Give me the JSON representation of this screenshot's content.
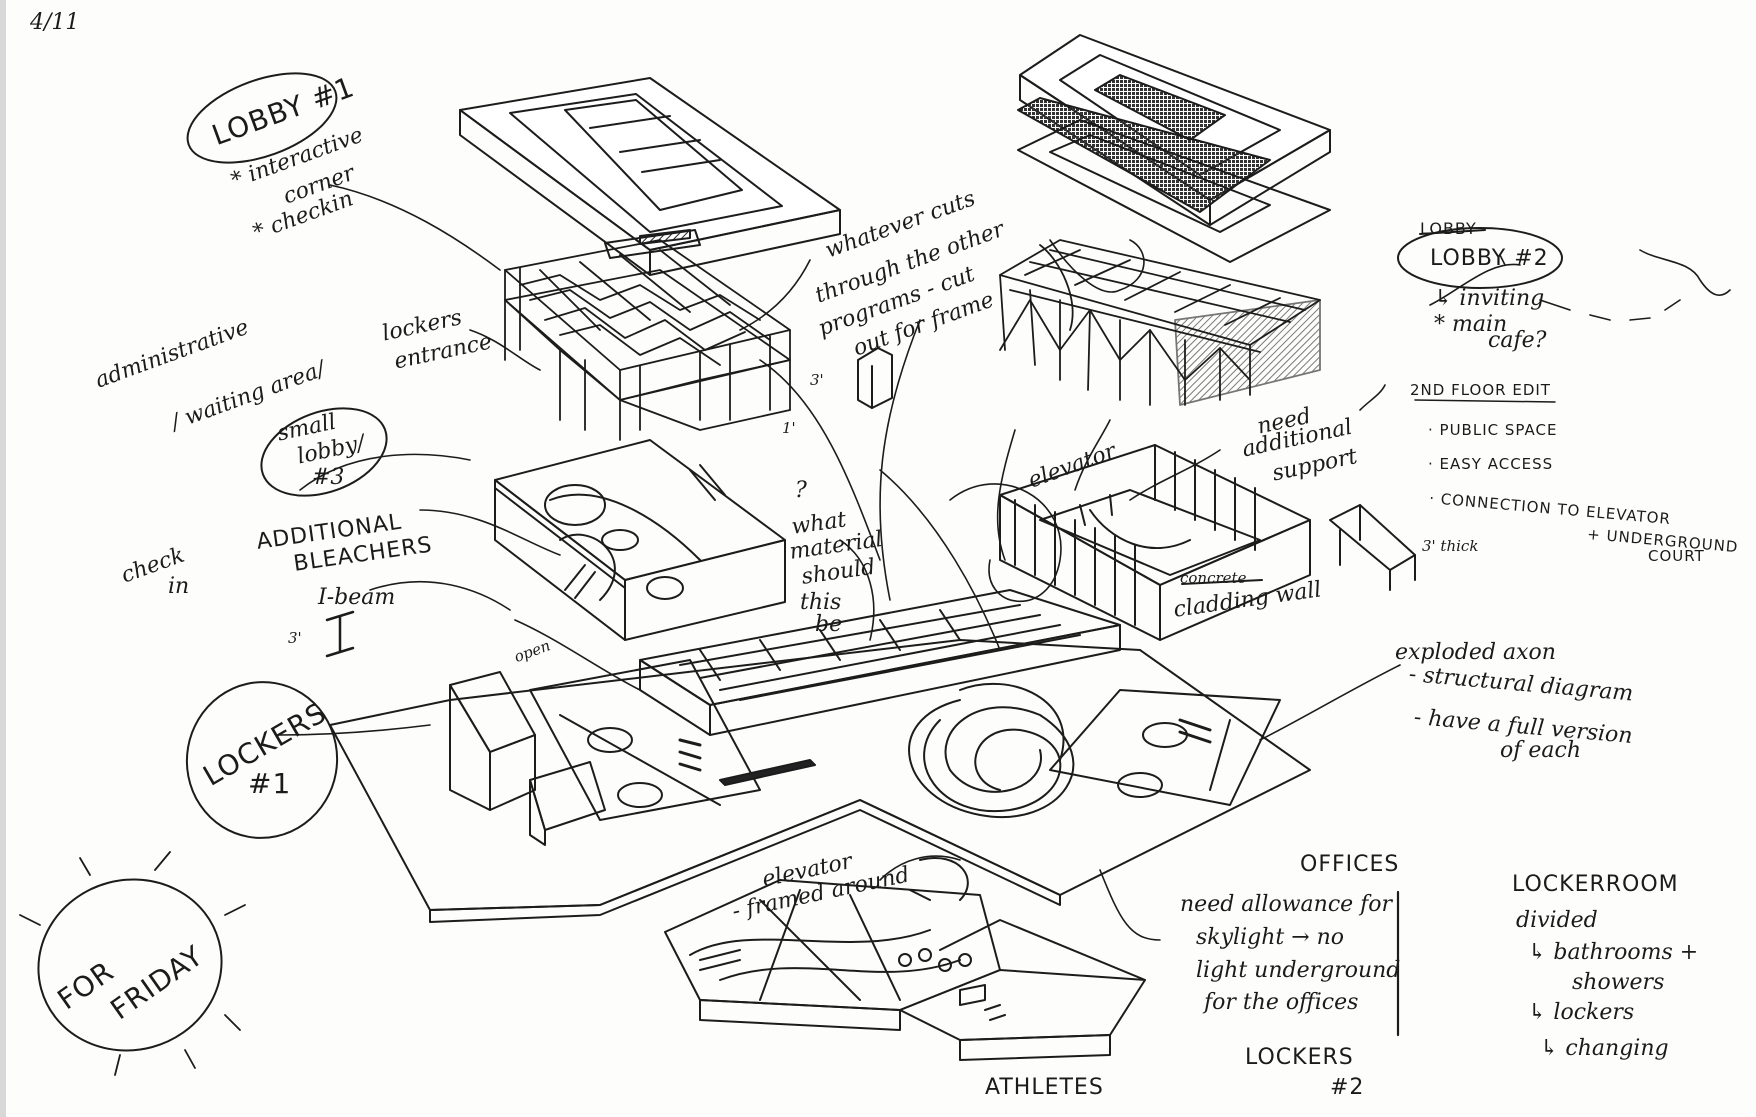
{
  "sheet": {
    "date": "4/11",
    "lobby1": {
      "title": "LOBBY #1",
      "item1": "* interactive",
      "item2": "corner",
      "item3": "* checkin"
    },
    "administrative": "administrative",
    "waiting_area": "/ waiting area/",
    "small_lobby": {
      "line1": "small",
      "line2": "lobby/",
      "line3": "#3"
    },
    "check_in": {
      "line1": "check",
      "line2": "in"
    },
    "additional_bleachers": {
      "line1": "ADDITIONAL",
      "line2": "BLEACHERS"
    },
    "i_beam": "I-beam",
    "i_beam_dim": "3'",
    "lockers_entrance": {
      "line1": "lockers",
      "line2": "entrance"
    },
    "cut_note": {
      "line1": "whatever cuts",
      "line2": "through the other",
      "line3": "programs - cut",
      "line4": "out for frame"
    },
    "dim_3ft": "3'",
    "dim_1ft": "1'",
    "material_question": {
      "mark": "?",
      "line1": "what",
      "line2": "material",
      "line3": "should",
      "line4": "this",
      "line5": "be"
    },
    "open_label": "open",
    "lockers1": {
      "line1": "LOCKERS",
      "line2": "#1"
    },
    "for_friday": {
      "line1": "FOR",
      "line2": "FRIDAY"
    },
    "lobby2": {
      "strike": "LOBBY",
      "title": "LOBBY #2",
      "item1": "↳ inviting",
      "item2": "* main",
      "item3": "cafe?"
    },
    "floor_edit": {
      "title": "2ND FLOOR EDIT",
      "items": [
        "· PUBLIC SPACE",
        "· EASY ACCESS",
        "· CONNECTION TO ELEVATOR",
        "+ UNDERGROUND",
        "COURT"
      ]
    },
    "thick_note": "3' thick",
    "elevator_upper": "elevator",
    "need_support": {
      "line1": "need",
      "line2": "additional",
      "line3": "support"
    },
    "concrete": {
      "strike": "concrete",
      "line2": "cladding wall"
    },
    "exploded_axon": {
      "title": "exploded axon",
      "item1": "- structural diagram",
      "item2": "- have a full version",
      "item3": "of each"
    },
    "elevator_lower": {
      "line1": "elevator",
      "line2": "- framed around"
    },
    "offices": {
      "title": "OFFICES",
      "line1": "need allowance for",
      "line2": "skylight → no",
      "line3": "light underground",
      "line4": "for the offices"
    },
    "locker_room": {
      "title": "LOCKERROOM",
      "line1": "divided",
      "line2": "↳ bathrooms +",
      "line3": "showers",
      "line4": "↳ lockers",
      "line5": "↳ changing"
    },
    "lockers2": {
      "line1": "LOCKERS",
      "line2": "#2"
    },
    "athletes": "ATHLETES"
  }
}
